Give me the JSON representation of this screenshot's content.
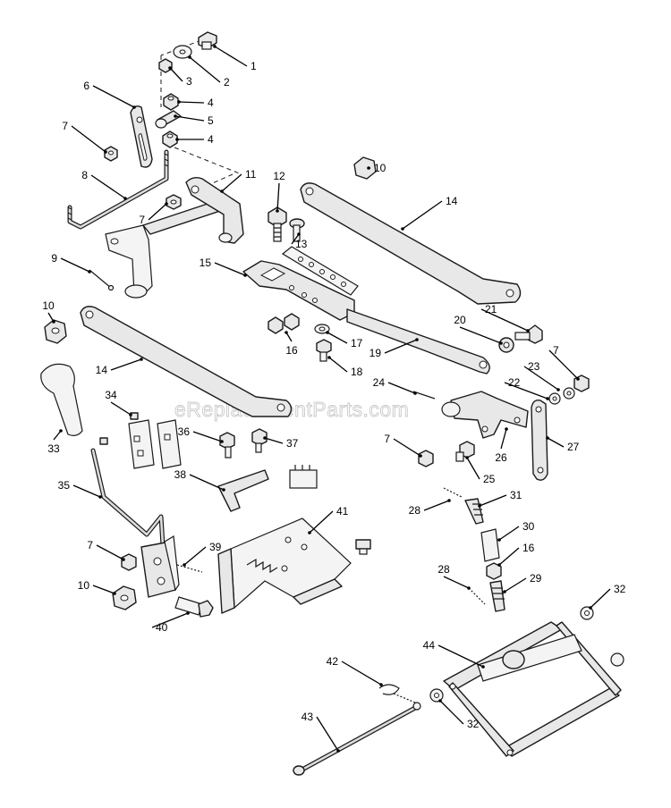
{
  "watermark": "eReplacementParts.com",
  "callouts": [
    {
      "num": "1"
    },
    {
      "num": "2"
    },
    {
      "num": "3"
    },
    {
      "num": "4"
    },
    {
      "num": "5"
    },
    {
      "num": "4"
    },
    {
      "num": "6"
    },
    {
      "num": "7"
    },
    {
      "num": "8"
    },
    {
      "num": "9"
    },
    {
      "num": "7"
    },
    {
      "num": "11"
    },
    {
      "num": "12"
    },
    {
      "num": "13"
    },
    {
      "num": "10"
    },
    {
      "num": "14"
    },
    {
      "num": "15"
    },
    {
      "num": "16"
    },
    {
      "num": "17"
    },
    {
      "num": "18"
    },
    {
      "num": "19"
    },
    {
      "num": "20"
    },
    {
      "num": "21"
    },
    {
      "num": "7"
    },
    {
      "num": "23"
    },
    {
      "num": "22"
    },
    {
      "num": "24"
    },
    {
      "num": "25"
    },
    {
      "num": "26"
    },
    {
      "num": "27"
    },
    {
      "num": "7"
    },
    {
      "num": "10"
    },
    {
      "num": "14"
    },
    {
      "num": "33"
    },
    {
      "num": "34"
    },
    {
      "num": "36"
    },
    {
      "num": "37"
    },
    {
      "num": "38"
    },
    {
      "num": "35"
    },
    {
      "num": "7"
    },
    {
      "num": "39"
    },
    {
      "num": "10"
    },
    {
      "num": "40"
    },
    {
      "num": "41"
    },
    {
      "num": "28"
    },
    {
      "num": "31"
    },
    {
      "num": "30"
    },
    {
      "num": "16"
    },
    {
      "num": "28"
    },
    {
      "num": "29"
    },
    {
      "num": "32"
    },
    {
      "num": "44"
    },
    {
      "num": "42"
    },
    {
      "num": "43"
    },
    {
      "num": "32"
    }
  ]
}
